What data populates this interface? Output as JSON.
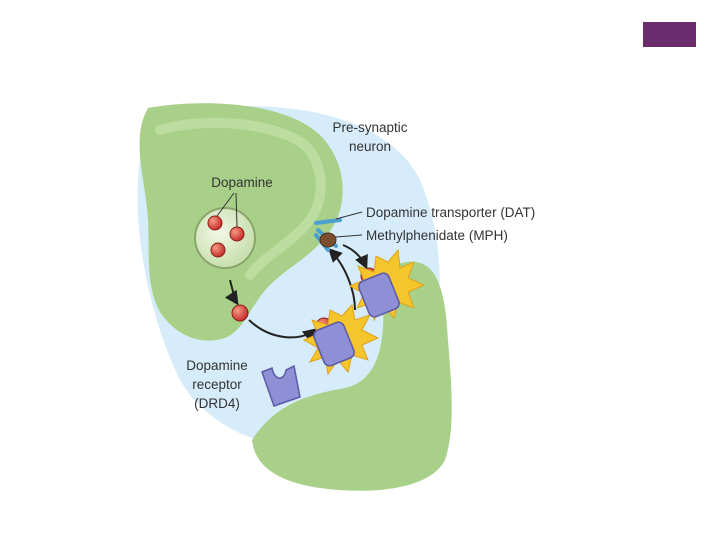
{
  "colors": {
    "accent_tab": "#6b2c6e",
    "neuron_fill": "#a9d089",
    "synapse_fill": "#d7ecfa",
    "dopamine": "#d9413a",
    "receptor": "#8f8fd6",
    "transporter": "#4aa1cf",
    "methylphenidate": "#7a4f2e",
    "activation_burst": "#f5c62c"
  },
  "diagram": {
    "presynaptic_label": [
      "Pre-synaptic",
      "neuron"
    ],
    "dopamine_label": "Dopamine",
    "dat_label": "Dopamine transporter (DAT)",
    "mph_label": "Methylphenidate (MPH)",
    "receptor_label": [
      "Dopamine",
      "receptor",
      "(DRD4)"
    ]
  }
}
